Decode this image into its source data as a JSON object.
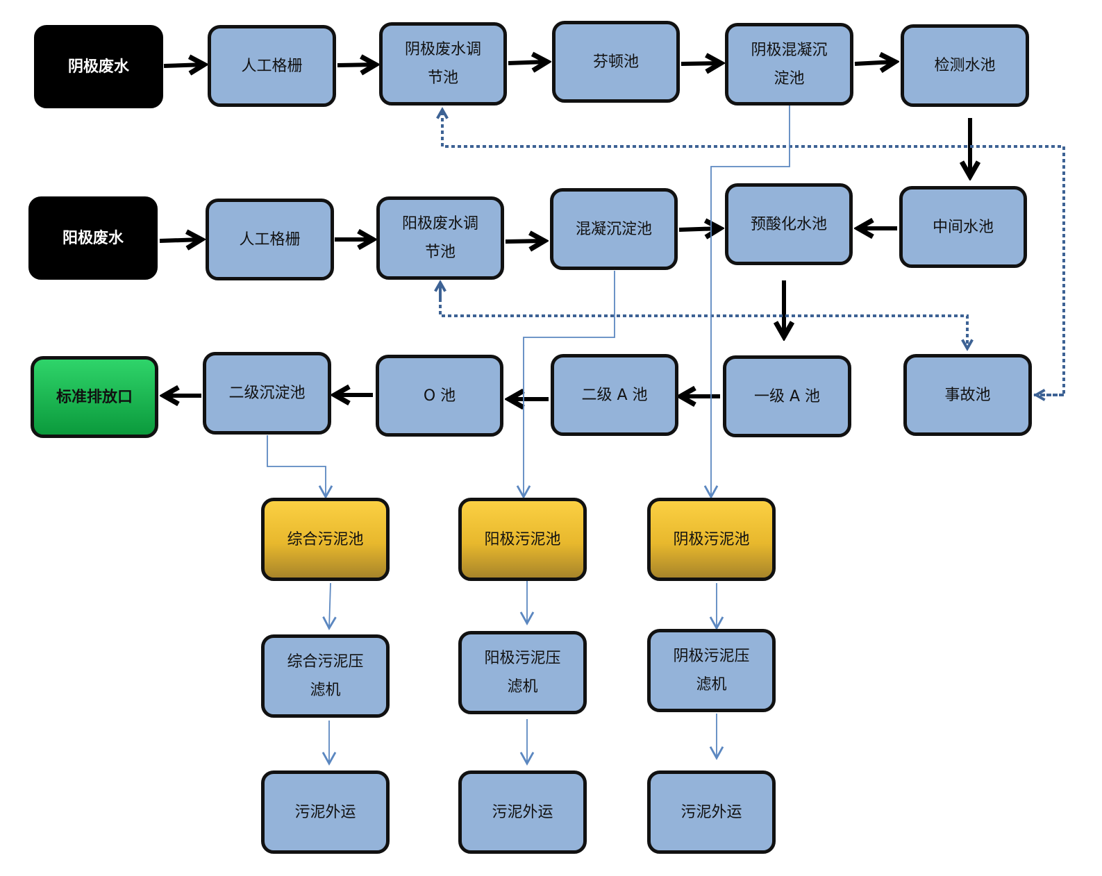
{
  "nodes": {
    "cathode_wastewater": "阴极废水",
    "cathode_grille": "人工格栅",
    "cathode_adjust": "阴极废水调节池",
    "fenton": "芬顿池",
    "cathode_coag": "阴极混凝沉淀池",
    "detect_pool": "检测水池",
    "anode_wastewater": "阳极废水",
    "anode_grille": "人工格栅",
    "anode_adjust": "阳极废水调节池",
    "coag_sediment": "混凝沉淀池",
    "pre_acid": "预酸化水池",
    "middle_pool": "中间水池",
    "discharge": "标准排放口",
    "secondary_sediment": "二级沉淀池",
    "o_pool": "O 池",
    "secondary_a": "二级 A 池",
    "primary_a": "一级 A 池",
    "accident_pool": "事故池",
    "mixed_sludge_pool": "综合污泥池",
    "anode_sludge_pool": "阳极污泥池",
    "cathode_sludge_pool": "阴极污泥池",
    "mixed_press": "综合污泥压滤机",
    "anode_press": "阳极污泥压滤机",
    "cathode_press": "阴极污泥压滤机",
    "transport_1": "污泥外运",
    "transport_2": "污泥外运",
    "transport_3": "污泥外运"
  },
  "colors": {
    "process": "#94b3d9",
    "source": "#000000",
    "outlet": "#18b04e",
    "sludge": "#f2c336",
    "dotted_return": "#3d6294",
    "sludge_line": "#5b87c0"
  }
}
